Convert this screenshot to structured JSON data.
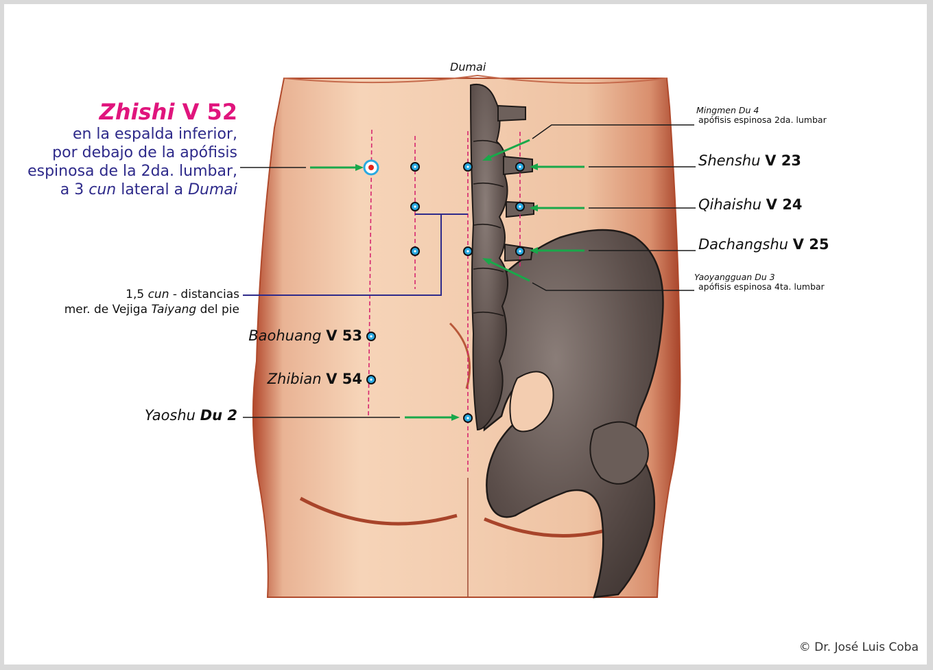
{
  "figure": {
    "dumai_label": "Dumai",
    "main_point": {
      "title_name": "Zhishi",
      "title_code": "V 52",
      "desc_line1": "en la espalda inferior,",
      "desc_line2": "por debajo de la apófisis",
      "desc_line3": "espinosa de la 2da. lumbar,",
      "desc_line4_pre": "a 3 ",
      "desc_line4_cun": "cun",
      "desc_line4_mid": " lateral a ",
      "desc_line4_dumai": "Dumai"
    },
    "distance_note": {
      "value": "1,5 ",
      "cun": "cun",
      "rest": " - distancias",
      "line2_pre": "mer. de Vejiga ",
      "line2_taiyang": "Taiyang",
      "line2_post": " del pie"
    },
    "left_points": [
      {
        "name": "Baohuang",
        "code": "V 53"
      },
      {
        "name": "Zhibian",
        "code": "V 54"
      },
      {
        "name": "Yaoshu",
        "code": "Du 2"
      }
    ],
    "right_points": [
      {
        "name": "Shenshu",
        "code": "V 23"
      },
      {
        "name": "Qihaishu",
        "code": "V 24"
      },
      {
        "name": "Dachangshu",
        "code": "V 25"
      }
    ],
    "spine_notes": [
      {
        "name": "Mingmen",
        "code": "Du 4",
        "desc": "apófisis espinosa 2da. lumbar"
      },
      {
        "name": "Yaoyangguan",
        "code": "Du 3",
        "desc": "apófisis espinosa 4ta. lumbar"
      }
    ],
    "copyright": "© Dr. José Luis Coba",
    "colors": {
      "skin": "#f1c7a6",
      "skin_edge": "#a8442a",
      "bone": "#5b4e4a",
      "meridian": "#d6266f",
      "arrow": "#19a84a",
      "point_fill": "#29a9e1",
      "main_point_dot": "#e2231a",
      "label_magenta": "#e0157d",
      "label_blue": "#2e2a8a"
    }
  }
}
